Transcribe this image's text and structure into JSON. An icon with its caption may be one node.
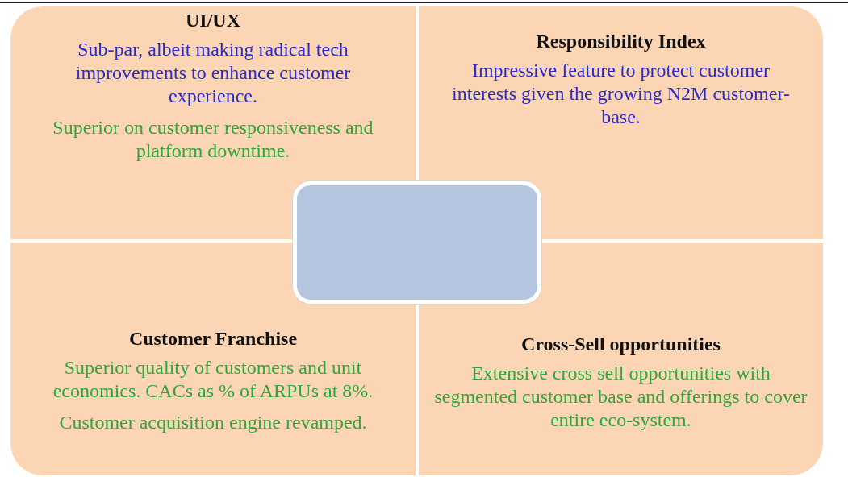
{
  "diagram": {
    "nodes": [
      {
        "text": [
          "UI/UX",
          "Sub-par, albeit making radical tech improvements to enhance customer experience.",
          "Superior on customer responsiveness and  platform downtime."
        ]
      },
      {
        "text": [
          "Responsibility Index",
          "Impressive feature to protect customer interests given the growing N2M customer-base."
        ]
      },
      {
        "text": [
          "Customer Franchise",
          "Superior quality of customers and unit economics. CACs as % of ARPUs at 8%.",
          "Customer acquisition engine revamped."
        ]
      },
      {
        "text": [
          "Cross-Sell opportunities",
          "Extensive cross sell opportunities with segmented customer base and offerings to cover entire eco-system."
        ]
      },
      {
        "text": [],
        "shape": "box"
      }
    ],
    "edges": []
  }
}
